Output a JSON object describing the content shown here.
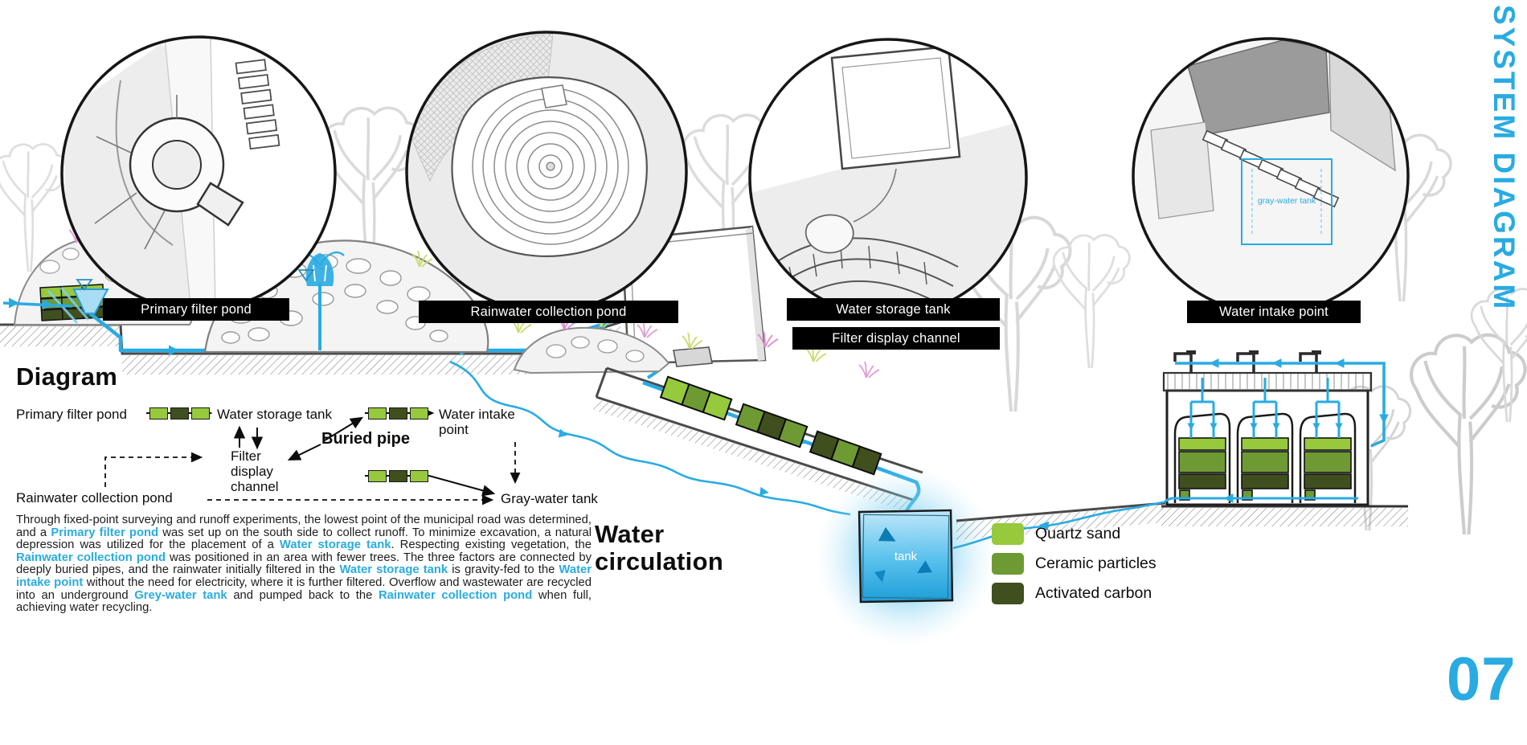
{
  "page": {
    "side_title": "SYSTEM DIAGRAM",
    "page_number": "07"
  },
  "colors": {
    "accent": "#29ABE2",
    "quartz_sand": "#97C93D",
    "ceramic_particles": "#6E9A34",
    "activated_carbon": "#3F4F1E"
  },
  "callouts": [
    {
      "label": "Primary filter pond"
    },
    {
      "label": "Rainwater collection pond"
    },
    {
      "label": "Water storage tank",
      "label2": "Filter display channel"
    },
    {
      "label": "Water intake point",
      "annotation": "gray-water tank"
    }
  ],
  "flow": {
    "heading": "Diagram",
    "primary_filter_pond": "Primary filter pond",
    "water_storage_tank": "Water storage tank",
    "water_intake_point": "Water intake point",
    "buried_pipe": "Buried pipe",
    "filter_display_channel": "Filter display channel",
    "rainwater_collection_pond": "Rainwater collection pond",
    "gray_water_tank": "Gray-water tank",
    "block_colors": [
      "#97C93D",
      "#3F4F1E",
      "#97C93D"
    ]
  },
  "description": {
    "segments": [
      {
        "text": "Through fixed-point surveying and runoff experiments, the lowest point of the municipal road was determined, and a ",
        "highlight": false
      },
      {
        "text": "Primary filter pond",
        "highlight": true
      },
      {
        "text": " was set up on the south side to collect runoff. To minimize excavation, a natural depression was utilized for the placement of a ",
        "highlight": false
      },
      {
        "text": "Water storage tank",
        "highlight": true
      },
      {
        "text": ". Respecting existing vegetation, the ",
        "highlight": false
      },
      {
        "text": "Rainwater collection pond",
        "highlight": true
      },
      {
        "text": " was positioned in an area with fewer trees. The three factors are connected by deeply buried pipes, and the rainwater initially filtered in the ",
        "highlight": false
      },
      {
        "text": "Water storage tank",
        "highlight": true
      },
      {
        "text": " is gravity-fed to the ",
        "highlight": false
      },
      {
        "text": "Water intake point",
        "highlight": true
      },
      {
        "text": " without the need for electricity, where it is further filtered. Overflow and wastewater are recycled into an underground ",
        "highlight": false
      },
      {
        "text": "Grey-water tank",
        "highlight": true
      },
      {
        "text": " and pumped back to the ",
        "highlight": false
      },
      {
        "text": "Rainwater collection pond",
        "highlight": true
      },
      {
        "text": "  when full, achieving water recycling.",
        "highlight": false
      }
    ]
  },
  "water_circulation": {
    "heading": "Water circulation",
    "tank_label": "tank"
  },
  "legend": {
    "items": [
      {
        "label": "Quartz sand",
        "color": "#97C93D"
      },
      {
        "label": "Ceramic particles",
        "color": "#6E9A34"
      },
      {
        "label": "Activated carbon",
        "color": "#3F4F1E"
      }
    ]
  }
}
